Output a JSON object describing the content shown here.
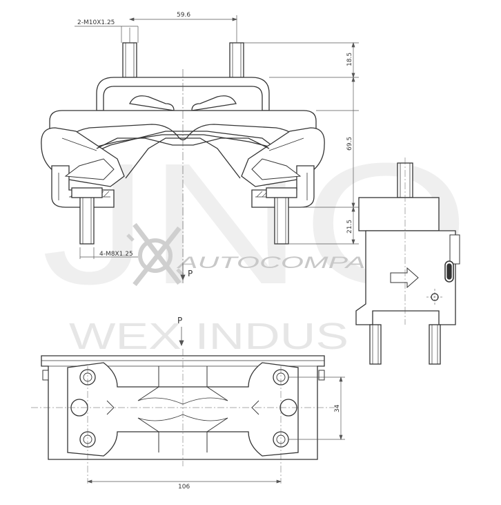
{
  "dimensions": {
    "thread_top": "2-M10X1.25",
    "stud_spacing": "59.6",
    "stud_height": "18.5",
    "overall_height": "69.5",
    "lower_stud_height": "21.5",
    "thread_bottom": "4-M8X1.25",
    "hole_spacing_vertical": "34",
    "hole_spacing_horizontal": "106"
  },
  "view_labels": {
    "section_arrow_top": "P",
    "section_arrow_bottom": "P"
  },
  "watermarks": {
    "brand_logo": "AUTOCOMPAS",
    "background_text": "WEX INDUS",
    "background_letters": "JNO"
  },
  "colors": {
    "line": "#333333",
    "dim_line": "#555555",
    "watermark": "#ececec",
    "logo": "#c8c8c8"
  }
}
